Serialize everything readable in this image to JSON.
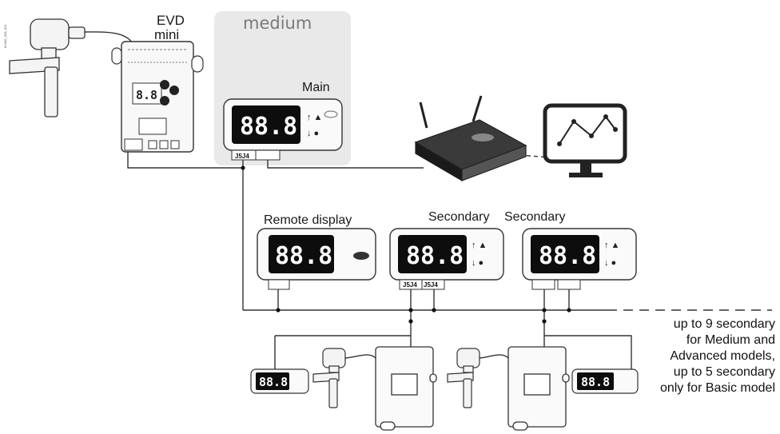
{
  "labels": {
    "evd_line1": "EVD",
    "evd_line2": "mini",
    "group_title": "medium",
    "main": "Main",
    "remote_display": "Remote display",
    "secondary_1": "Secondary",
    "secondary_2": "Secondary",
    "evd_display": "8.8"
  },
  "ports": {
    "main": "J5J4",
    "secondary": "J5J4",
    "secondary_b": "J5J4"
  },
  "display_digits": "88.8",
  "image_code": "Ec000_01B_001",
  "note_lines": [
    "up to 9 secondary",
    "for Medium and",
    "Advanced models,",
    "up to 5 secondary",
    "only for Basic model"
  ],
  "colors": {
    "group_bg": "#e9e9e9",
    "display_bg": "#0d0d0d",
    "line": "#333333"
  }
}
